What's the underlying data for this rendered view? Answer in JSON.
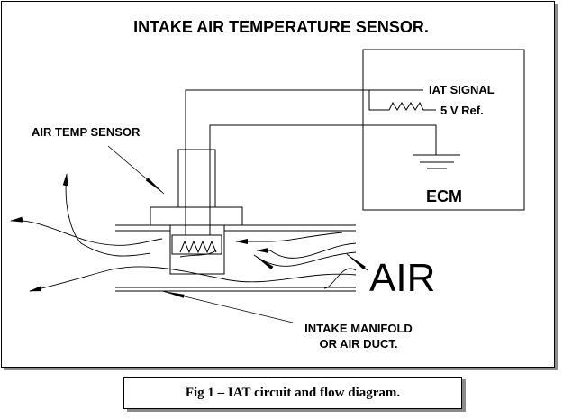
{
  "title": "INTAKE AIR TEMPERATURE SENSOR.",
  "labels": {
    "air_temp_sensor": "AIR TEMP SENSOR",
    "iat_signal": "IAT SIGNAL",
    "five_v_ref": "5 V Ref.",
    "ecm": "ECM",
    "air": "AIR",
    "intake_manifold_line1": "INTAKE MANIFOLD",
    "intake_manifold_line2": "OR AIR DUCT."
  },
  "caption": "Fig 1 – IAT circuit and flow diagram."
}
